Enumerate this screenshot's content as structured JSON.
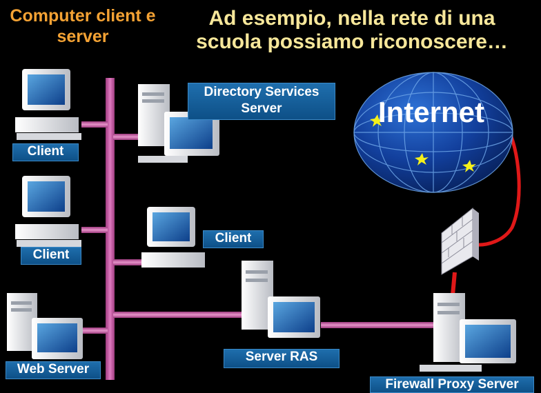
{
  "title": {
    "left": "Computer client e server",
    "main_line1": "Ad esempio, nella rete di una",
    "main_line2": "scuola possiamo riconoscere…"
  },
  "nodes": {
    "client_top": "Client",
    "client_mid_left": "Client",
    "client_center": "Client",
    "web_server": "Web Server",
    "directory_server_line1": "Directory Services",
    "directory_server_line2": "Server",
    "server_ras": "Server RAS",
    "firewall_proxy": "Firewall Proxy Server",
    "internet": "Internet"
  },
  "colors": {
    "background": "#000000",
    "bus": "#d05fa8",
    "label_bg": "#1a65a4",
    "title_left": "#f4a234",
    "title_main": "#f7e79a",
    "internet_link": "#e01818"
  }
}
